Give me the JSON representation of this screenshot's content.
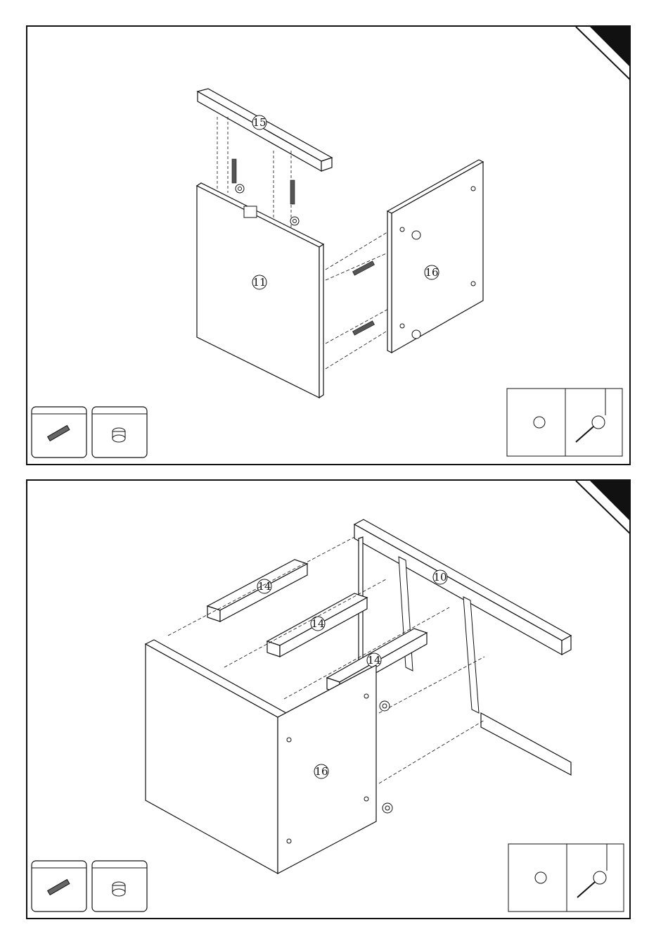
{
  "steps": [
    {
      "part_labels": {
        "rail": "15",
        "left_panel": "11",
        "side_panel": "16"
      },
      "hardware": [
        "dowel-icon",
        "cam-lock-icon"
      ]
    },
    {
      "part_labels": {
        "back_rail": "10",
        "rail_a": "14",
        "rail_b": "14",
        "rail_c": "14",
        "side_panel": "16"
      },
      "hardware": [
        "dowel-icon",
        "cam-lock-icon"
      ]
    }
  ],
  "colors": {
    "line": "#111111",
    "corner_tab": "#111111",
    "background": "#ffffff"
  }
}
